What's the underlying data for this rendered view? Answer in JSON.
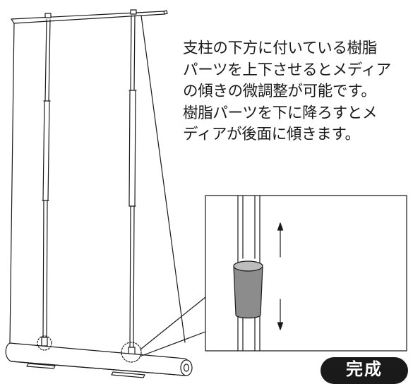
{
  "instruction": {
    "lines": [
      "支柱の下方に付いている樹脂",
      "パーツを上下させるとメディア",
      "の傾きの微調整が可能です。",
      "樹脂パーツを下に降ろすとメ",
      "ディアが後面に傾きます。"
    ]
  },
  "badge": {
    "label": "完成"
  },
  "colors": {
    "line": "#1a1a1a",
    "background": "#ffffff",
    "part": "#8c8c8c"
  }
}
